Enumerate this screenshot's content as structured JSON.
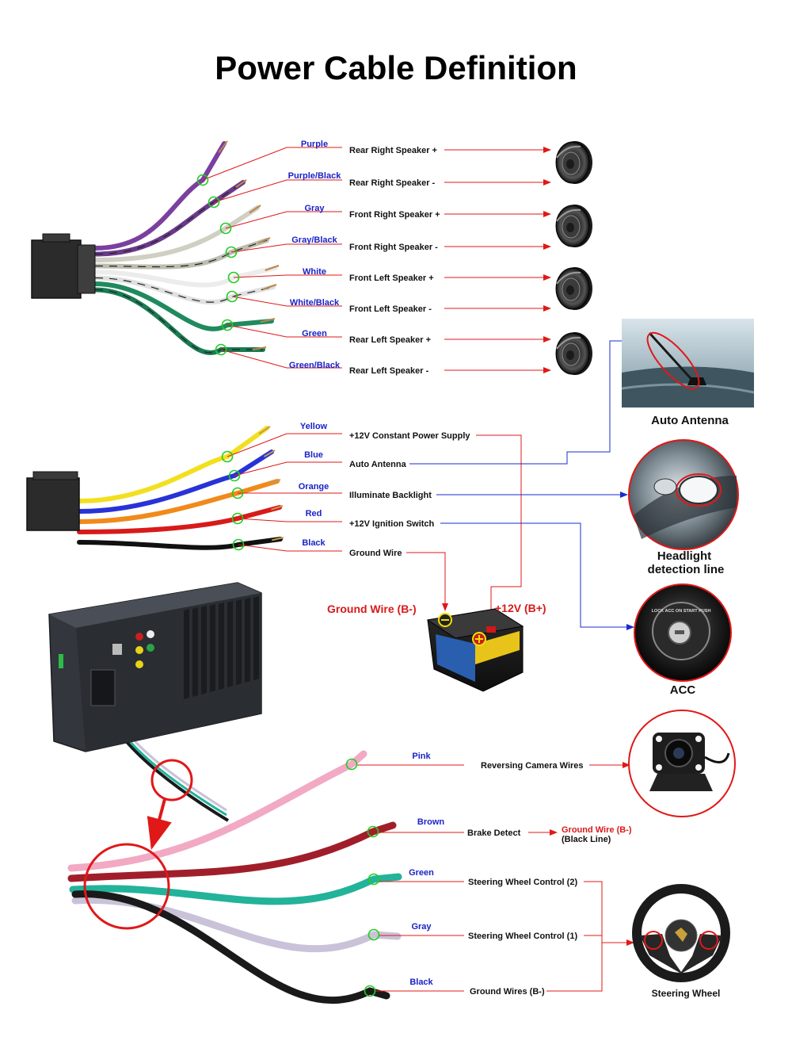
{
  "title": "Power Cable Definition",
  "colors": {
    "label_blue": "#1a22c8",
    "arrow_red": "#e01818",
    "arrow_blue": "#1a2ccc",
    "marker_green": "#22cc22"
  },
  "speaker_harness": {
    "wires": [
      {
        "color_name": "Purple",
        "function": "Rear Right Speaker +",
        "wire_color": "#7b3fa0"
      },
      {
        "color_name": "Purple/Black",
        "function": "Rear Right Speaker -",
        "wire_color": "#6a3a8a"
      },
      {
        "color_name": "Gray",
        "function": "Front Right Speaker +",
        "wire_color": "#cfcfc2"
      },
      {
        "color_name": "Gray/Black",
        "function": "Front Right Speaker -",
        "wire_color": "#bdbdb0"
      },
      {
        "color_name": "White",
        "function": "Front Left Speaker +",
        "wire_color": "#ececec"
      },
      {
        "color_name": "White/Black",
        "function": "Front Left Speaker -",
        "wire_color": "#e0e0e0"
      },
      {
        "color_name": "Green",
        "function": "Rear Left Speaker +",
        "wire_color": "#1f8a5e"
      },
      {
        "color_name": "Green/Black",
        "function": "Rear Left Speaker -",
        "wire_color": "#1a7a52"
      }
    ],
    "speaker_icon": "speaker-icon"
  },
  "power_harness": {
    "wires": [
      {
        "color_name": "Yellow",
        "function": "+12V Constant Power Supply",
        "wire_color": "#f2e020"
      },
      {
        "color_name": "Blue",
        "function": "Auto Antenna",
        "wire_color": "#2733d6"
      },
      {
        "color_name": "Orange",
        "function": "Illuminate Backlight",
        "wire_color": "#f08a1a"
      },
      {
        "color_name": "Red",
        "function": "+12V  Ignition Switch",
        "wire_color": "#d81a1a"
      },
      {
        "color_name": "Black",
        "function": "Ground Wire",
        "wire_color": "#111111"
      }
    ]
  },
  "battery": {
    "ground_label": "Ground Wire (B-)",
    "positive_label": "+12V  (B+)"
  },
  "images": {
    "antenna": "Auto Antenna",
    "headlight": "Headlight\ndetection line",
    "headlight_line1": "Headlight",
    "headlight_line2": "detection line",
    "acc": "ACC",
    "acc_ring": "LOCK  ACC  ON  START  PUSH",
    "steering": "Steering Wheel"
  },
  "extra_wires": [
    {
      "color_name": "Pink",
      "function": "Reversing Camera Wires",
      "wire_color": "#f2a9c4"
    },
    {
      "color_name": "Brown",
      "function": "Brake Detect",
      "wire_color": "#a01e2a",
      "note": "Ground Wire (B-)",
      "note2": "(Black Line)"
    },
    {
      "color_name": "Green",
      "function": "Steering Wheel Control (2)",
      "wire_color": "#22b39a"
    },
    {
      "color_name": "Gray",
      "function": "Steering Wheel Control (1)",
      "wire_color": "#c9c2d8"
    },
    {
      "color_name": "Black",
      "function": "Ground Wires (B-)",
      "wire_color": "#1a1a1a"
    }
  ]
}
